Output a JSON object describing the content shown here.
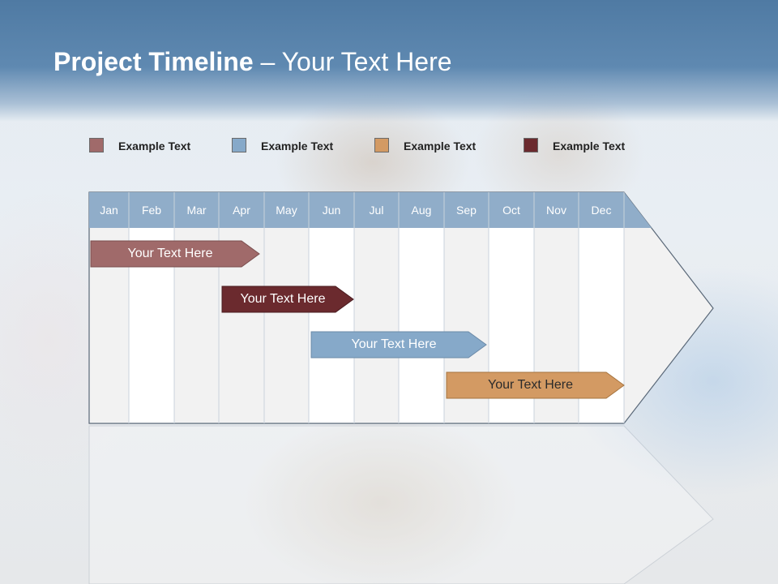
{
  "title": {
    "bold": "Project Timeline",
    "rest": " – Your Text Here"
  },
  "legend": [
    {
      "label": "Example Text",
      "color": "#a06a6a"
    },
    {
      "label": "Example Text",
      "color": "#86a9c9"
    },
    {
      "label": "Example Text",
      "color": "#d39a63"
    },
    {
      "label": "Example Text",
      "color": "#6b2a2e"
    }
  ],
  "months": [
    "Jan",
    "Feb",
    "Mar",
    "Apr",
    "May",
    "Jun",
    "Jul",
    "Aug",
    "Sep",
    "Oct",
    "Nov",
    "Dec"
  ],
  "tasks": [
    {
      "label": "Your  Text Here",
      "color": "#a06a6a"
    },
    {
      "label": "Your  Text Here",
      "color": "#6b2a2e"
    },
    {
      "label": "Your  Text Here",
      "color": "#86a9c9"
    },
    {
      "label": "Your  Text Here",
      "color": "#d39a63"
    }
  ],
  "colors": {
    "header": "#5f89b1",
    "month_bar": "#90adc9"
  }
}
